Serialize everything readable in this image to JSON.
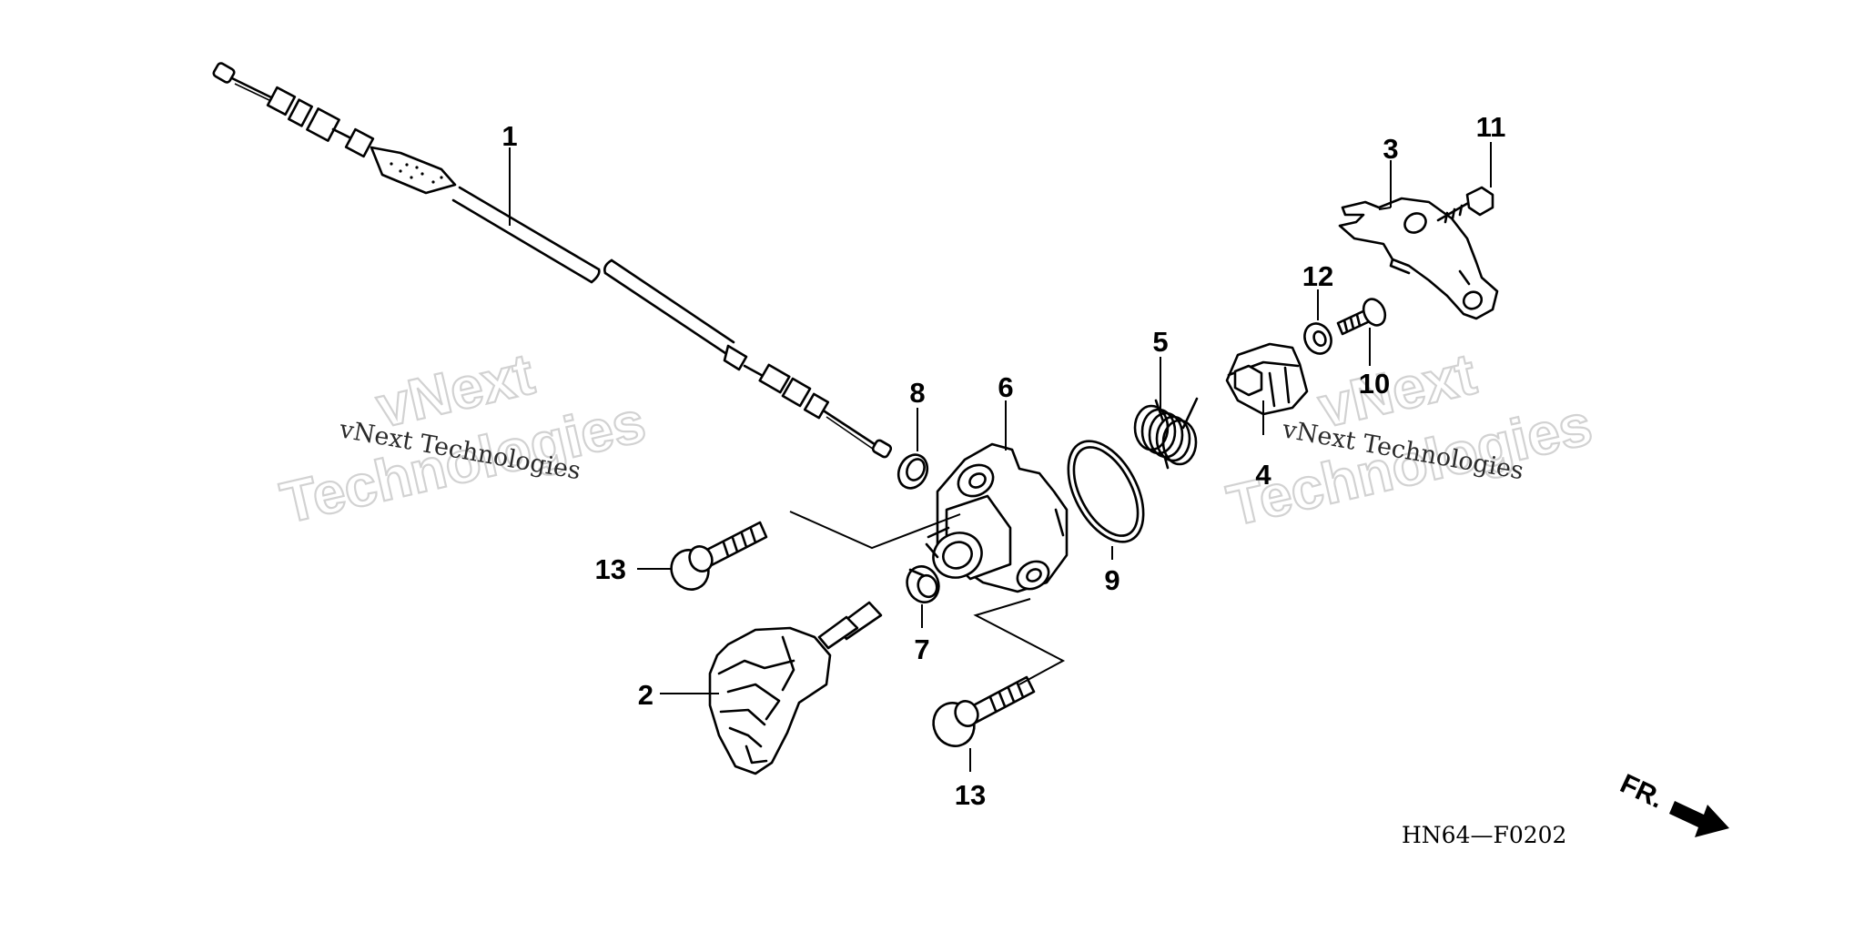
{
  "diagram": {
    "part_numbers": {
      "p1": "1",
      "p2": "2",
      "p3": "3",
      "p4": "4",
      "p5": "5",
      "p6": "6",
      "p7": "7",
      "p8": "8",
      "p9": "9",
      "p10": "10",
      "p11": "11",
      "p12": "12",
      "p13a": "13",
      "p13b": "13"
    },
    "diagram_code": "HN64—F0202",
    "front_label": "FR.",
    "watermark": {
      "small_text": "vNext Technologies",
      "big_line1": "vNext",
      "big_line2": "Technologies"
    }
  }
}
